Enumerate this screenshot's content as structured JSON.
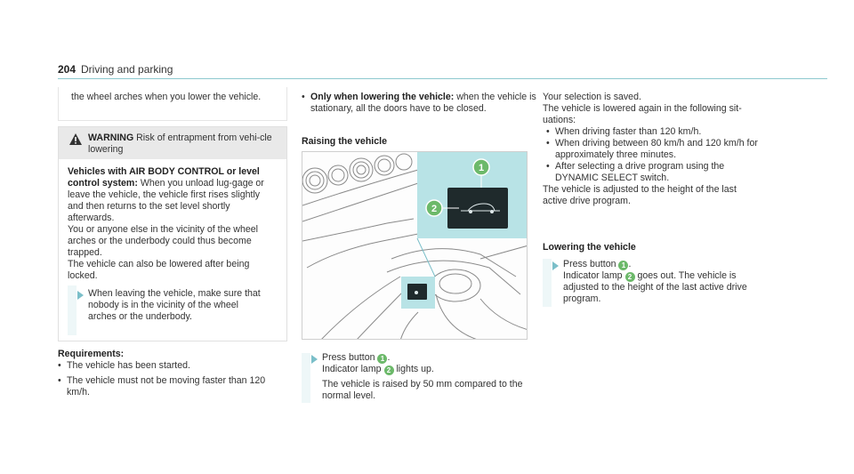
{
  "header": {
    "page_number": "204",
    "title": "Driving and parking"
  },
  "col1": {
    "box_text": "the wheel arches when you lower the vehicle.",
    "warning": {
      "label": "WARNING",
      "text": "Risk of entrapment from vehi-cle lowering",
      "heading": "Vehicles with AIR BODY CONTROL or level control system:",
      "para1": "When you unload lug-gage or leave the vehicle, the vehicle first rises slightly and then returns to the set level shortly afterwards.",
      "para2": "You or anyone else in the vicinity of the wheel arches or the underbody could thus become trapped.",
      "para3": "The vehicle can also be lowered after being locked.",
      "step": "When leaving the vehicle, make sure that nobody is in the vicinity of the wheel arches or the underbody."
    },
    "requirements_heading": "Requirements:",
    "requirements": [
      "The vehicle has been started.",
      "The vehicle must not be moving faster than 120 km/h."
    ]
  },
  "col2": {
    "only_when_bold": "Only when lowering the vehicle:",
    "only_when_rest": "when the vehicle is stationary, all the doors have to be closed.",
    "raising_heading": "Raising the vehicle",
    "figure_callouts": [
      "1",
      "2"
    ],
    "step_press": "Press button",
    "step_indicator": "Indicator lamp",
    "step_lights": "lights up.",
    "step_result": "The vehicle is raised by 50 mm compared to the normal level."
  },
  "col3": {
    "saved": "Your selection is saved.",
    "lowered_again": "The vehicle is lowered again in the following sit-uations:",
    "situations": [
      "When driving faster than 120 km/h.",
      "When driving between 80 km/h and 120 km/h for approximately three minutes.",
      "After selecting a drive program using the DYNAMIC SELECT switch."
    ],
    "adjusted": "The vehicle is adjusted to the height of the last active drive program.",
    "lowering_heading": "Lowering the vehicle",
    "step_press": "Press button",
    "step_indicator": "Indicator lamp",
    "step_goes_out": "goes out. The vehicle is adjusted to the height of the last active drive program."
  },
  "colors": {
    "accent": "#7bbfc9",
    "callout": "#6cb96a",
    "highlight": "#b8e3e6"
  }
}
